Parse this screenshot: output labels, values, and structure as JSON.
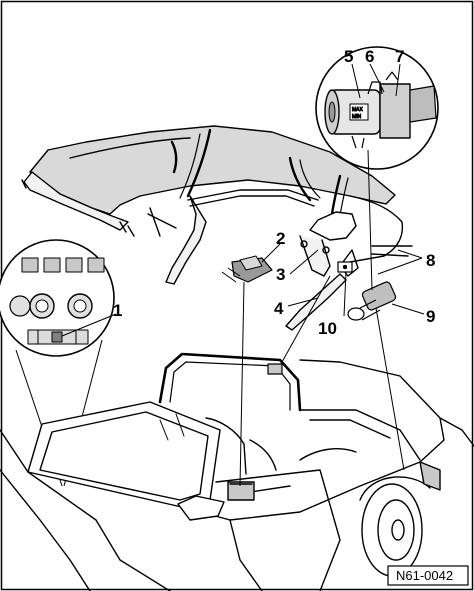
{
  "diagram": {
    "reference_id": "N61-0042",
    "callouts": [
      "1",
      "2",
      "3",
      "4",
      "5",
      "6",
      "7",
      "8",
      "9",
      "10"
    ],
    "switch_labels": [
      "MAX",
      "MIN"
    ]
  }
}
